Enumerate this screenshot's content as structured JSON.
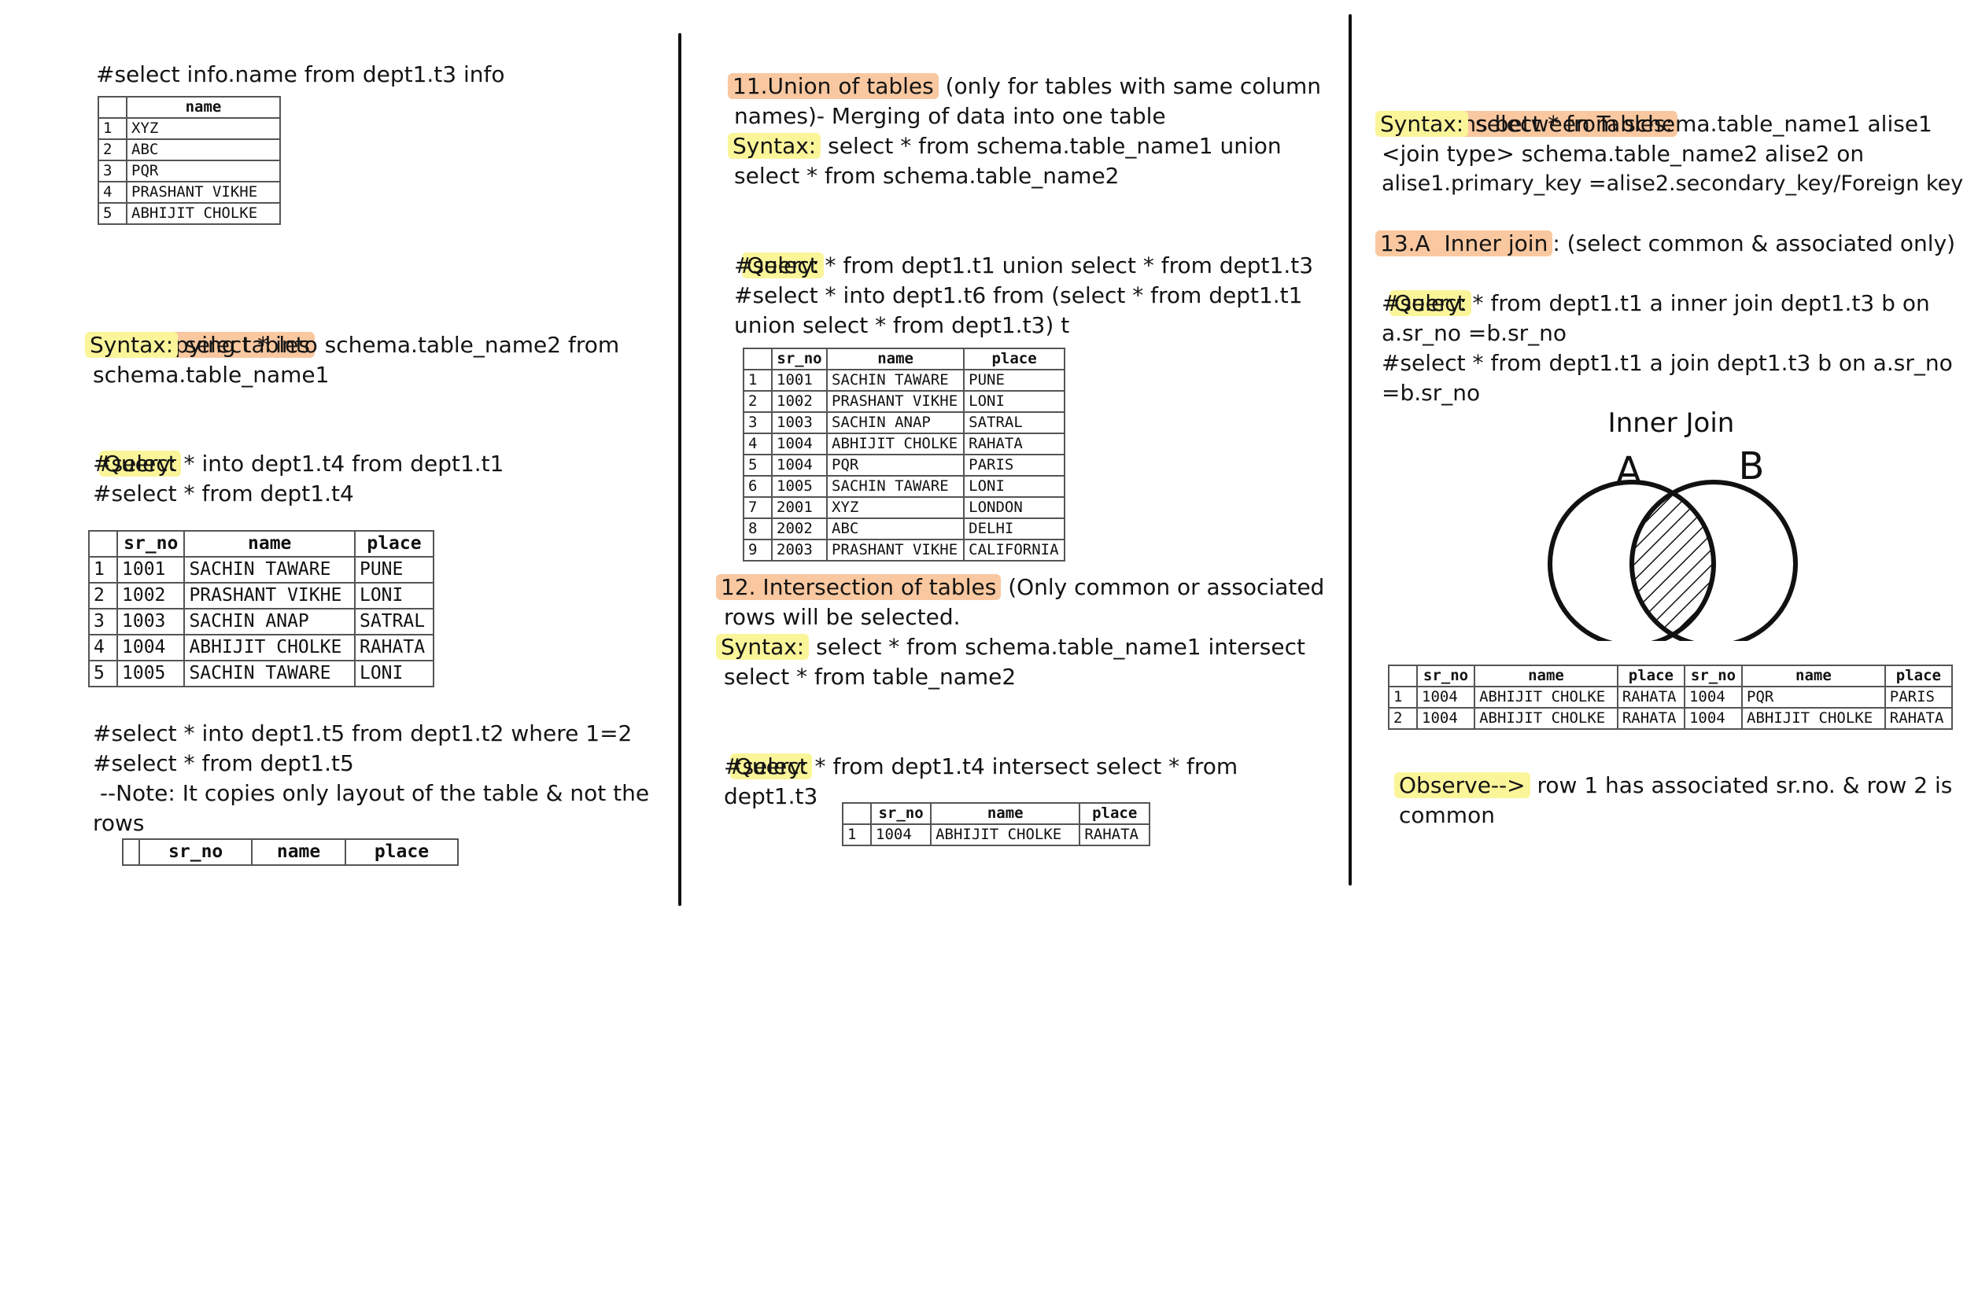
{
  "col1": {
    "query_top": "#select info.name from dept1.t3 info",
    "t3_table": {
      "headers": [
        "",
        "name"
      ],
      "rows": [
        [
          "1",
          "XYZ"
        ],
        [
          "2",
          "ABC"
        ],
        [
          "3",
          "PQR"
        ],
        [
          "4",
          "PRASHANT VIKHE"
        ],
        [
          "5",
          "ABHIJIT CHOLKE"
        ]
      ]
    },
    "sec10_title": "10. Copying tables",
    "syntax_label": "Syntax:",
    "syntax_rest1": " select * into schema.table_name2 from",
    "syntax_rest2": "schema.table_name1",
    "query_label": "Query:",
    "q1": "#select * into dept1.t4 from dept1.t1",
    "q2": "#select * from dept1.t4",
    "t4_table": {
      "headers": [
        "",
        "sr_no",
        "name",
        "place"
      ],
      "rows": [
        [
          "1",
          "1001",
          "SACHIN TAWARE",
          "PUNE"
        ],
        [
          "2",
          "1002",
          "PRASHANT VIKHE",
          "LONI"
        ],
        [
          "3",
          "1003",
          "SACHIN ANAP",
          "SATRAL"
        ],
        [
          "4",
          "1004",
          "ABHIJIT CHOLKE",
          "RAHATA"
        ],
        [
          "5",
          "1005",
          "SACHIN TAWARE",
          "LONI"
        ]
      ]
    },
    "q3": "#select * into dept1.t5 from dept1.t2 where 1=2",
    "q4": "#select * from dept1.t5",
    "note1": " --Note: It copies only layout of the table & not the",
    "note2": "rows",
    "t5_table": {
      "headers": [
        "",
        "sr_no",
        "name",
        "place"
      ]
    }
  },
  "col2": {
    "sec11_title": "11.Union of tables",
    "sec11_rest1": " (only for tables with same column",
    "sec11_rest2": "names)- Merging of data into one table",
    "syntax_label": "Syntax:",
    "syntax_rest1": " select * from schema.table_name1 union",
    "syntax_rest2": "select * from schema.table_name2",
    "query_label": "Query:",
    "q1": "#select * from dept1.t1 union select * from dept1.t3",
    "q2": "#select * into dept1.t6 from (select * from dept1.t1",
    "q3": "union select * from dept1.t3) t",
    "union_table": {
      "headers": [
        "",
        "sr_no",
        "name",
        "place"
      ],
      "rows": [
        [
          "1",
          "1001",
          "SACHIN TAWARE",
          "PUNE"
        ],
        [
          "2",
          "1002",
          "PRASHANT VIKHE",
          "LONI"
        ],
        [
          "3",
          "1003",
          "SACHIN ANAP",
          "SATRAL"
        ],
        [
          "4",
          "1004",
          "ABHIJIT CHOLKE",
          "RAHATA"
        ],
        [
          "5",
          "1004",
          "PQR",
          "PARIS"
        ],
        [
          "6",
          "1005",
          "SACHIN TAWARE",
          "LONI"
        ],
        [
          "7",
          "2001",
          "XYZ",
          "LONDON"
        ],
        [
          "8",
          "2002",
          "ABC",
          "DELHI"
        ],
        [
          "9",
          "2003",
          "PRASHANT VIKHE",
          "CALIFORNIA"
        ]
      ]
    },
    "sec12_title": "12. Intersection of tables",
    "sec12_rest1": " (Only common or associated",
    "sec12_rest2": "rows will be selected.",
    "syntax2_label": "Syntax:",
    "syntax2_rest1": " select * from schema.table_name1 intersect",
    "syntax2_rest2": "select * from table_name2",
    "query2_label": "Query:",
    "q4": "#select * from dept1.t4 intersect select * from",
    "q5": "dept1.t3",
    "intersect_table": {
      "headers": [
        "",
        "sr_no",
        "name",
        "place"
      ],
      "rows": [
        [
          "1",
          "1004",
          "ABHIJIT CHOLKE",
          "RAHATA"
        ]
      ]
    }
  },
  "col3": {
    "sec13_title": "13. Joins between Tables:",
    "syntax_label": "Syntax:",
    "syntax_rest1": " select * from schema.table_name1 alise1",
    "syntax_rest2": "<join type> schema.table_name2 alise2 on",
    "syntax_rest3": "alise1.primary_key =alise2.secondary_key/Foreign key",
    "sec13a_title": "13.A  Inner join",
    "sec13a_rest": ": (select common & associated only)",
    "query_label": "Query:",
    "q1": "#select * from dept1.t1 a inner join dept1.t3 b on",
    "q2": "a.sr_no =b.sr_no",
    "q3": "#select * from dept1.t1 a join dept1.t3 b on a.sr_no",
    "q4": "=b.sr_no",
    "venn_title": "Inner Join",
    "venn_a": "A",
    "venn_b": "B",
    "join_table": {
      "headers": [
        "",
        "sr_no",
        "name",
        "place",
        "sr_no",
        "name",
        "place"
      ],
      "rows": [
        [
          "1",
          "1004",
          "ABHIJIT CHOLKE",
          "RAHATA",
          "1004",
          "PQR",
          "PARIS"
        ],
        [
          "2",
          "1004",
          "ABHIJIT CHOLKE",
          "RAHATA",
          "1004",
          "ABHIJIT CHOLKE",
          "RAHATA"
        ]
      ]
    },
    "observe_label": "Observe-->",
    "observe_rest1": " row 1 has associated sr.no. & row 2 is",
    "observe_rest2": "common"
  }
}
